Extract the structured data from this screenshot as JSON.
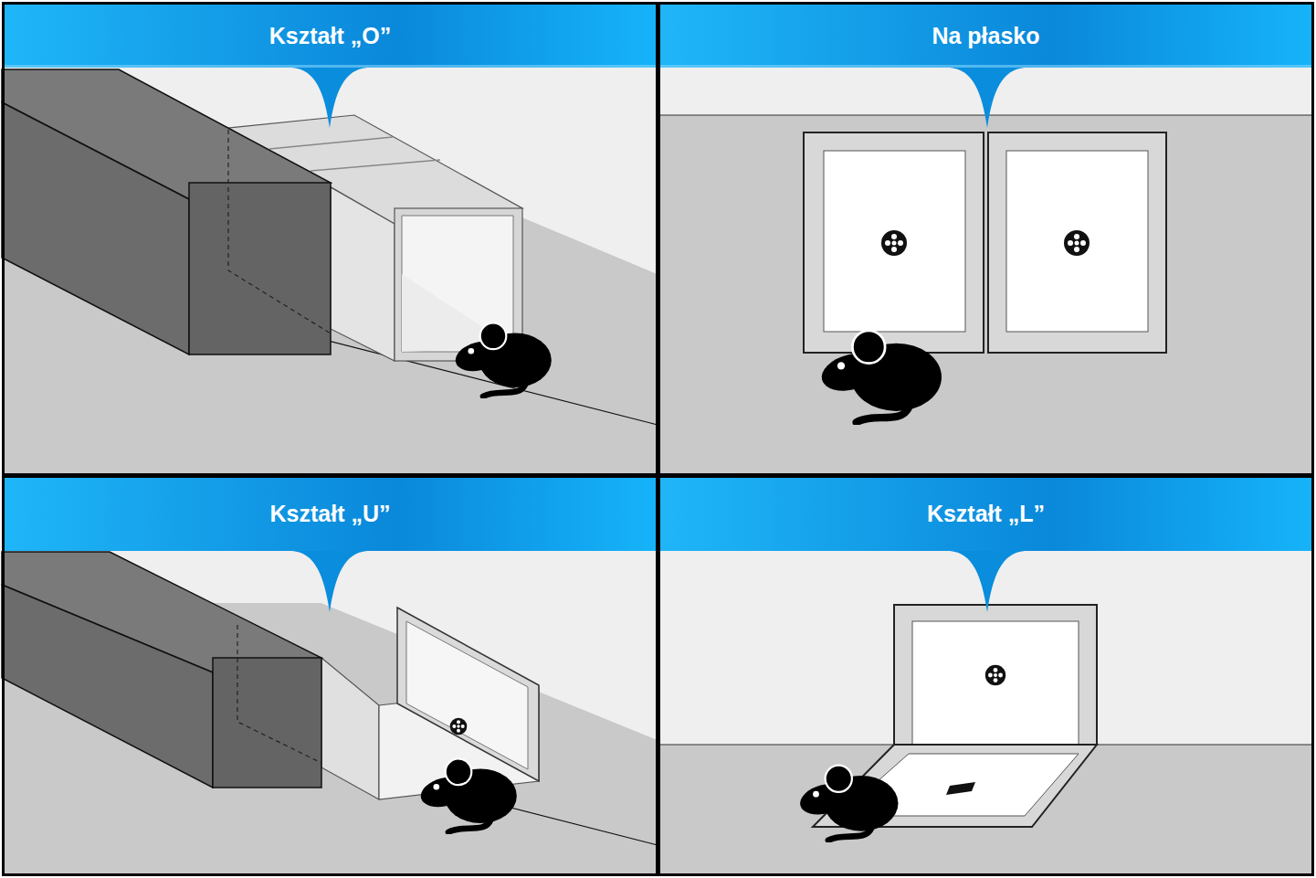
{
  "diagram": {
    "nodes": [
      {
        "text": [
          "Kształt „O”"
        ]
      },
      {
        "text": [
          "Na płasko"
        ]
      },
      {
        "text": [
          "Kształt „U”"
        ]
      },
      {
        "text": [
          "Kształt „L”"
        ]
      }
    ]
  }
}
